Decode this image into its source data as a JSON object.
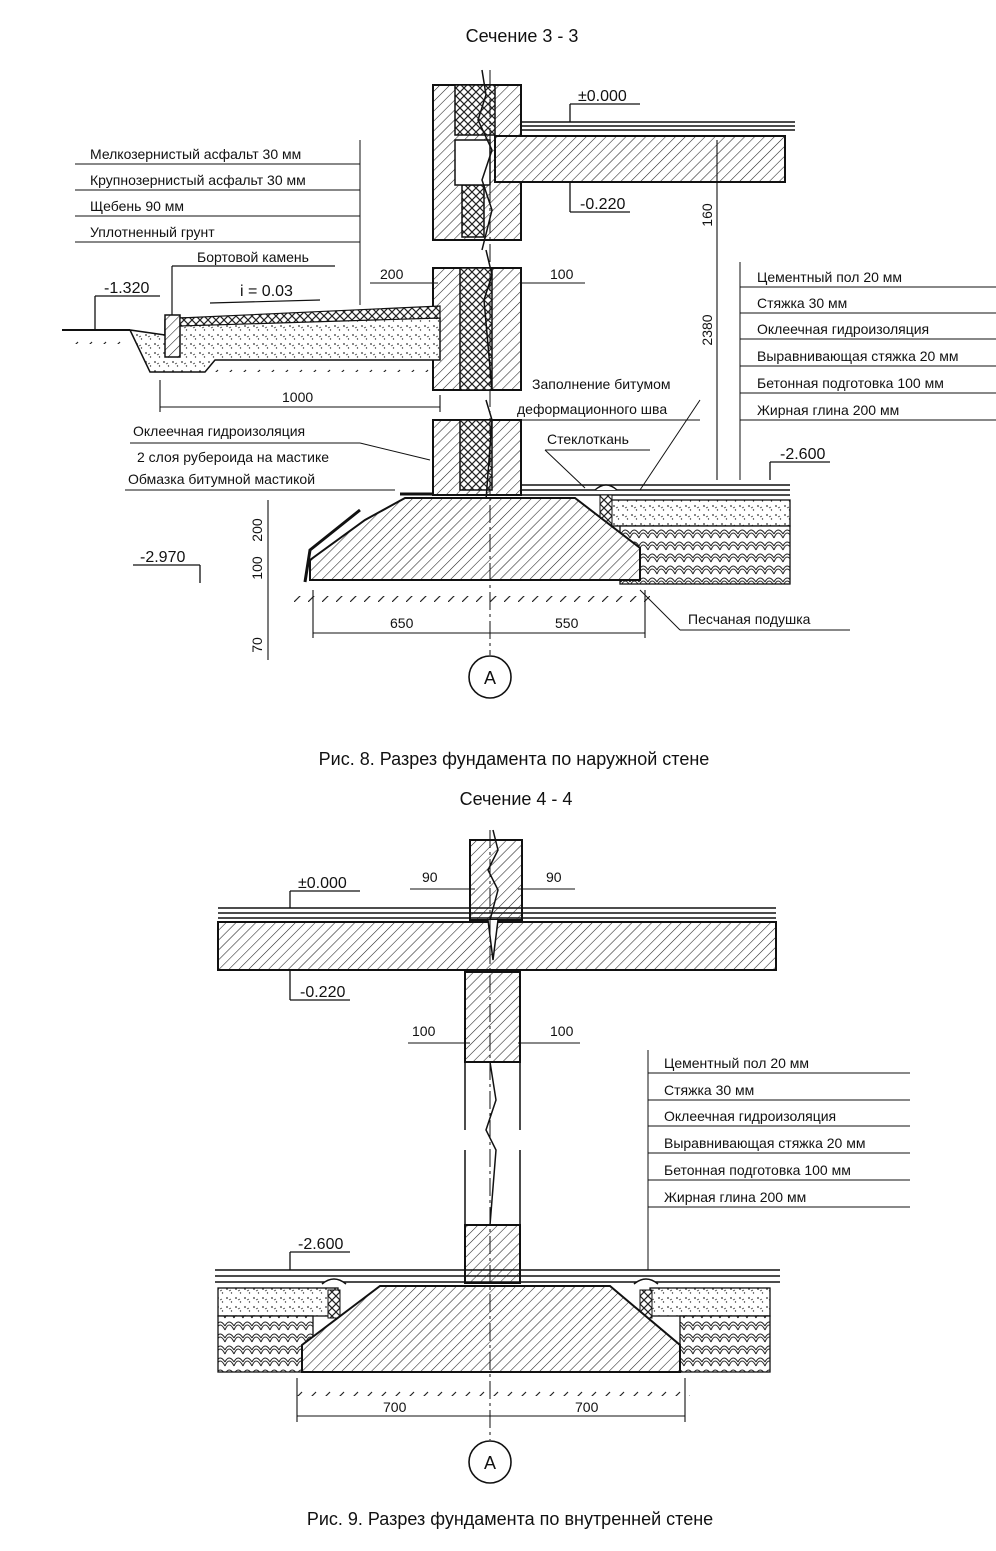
{
  "section1": {
    "title": "Сечение 3 - 3",
    "caption": "Рис. 8.  Разрез фундамента по наружной стене",
    "levels": {
      "zero": "±0.000",
      "l220": "-0.220",
      "l1320": "-1.320",
      "l2600": "-2.600",
      "l2970": "-2.970"
    },
    "left_layers": [
      "Мелкозернистый асфальт 30 мм",
      "Крупнозернистый асфальт 30 мм",
      "Щебень 90 мм",
      "Уплотненный грунт"
    ],
    "right_layers": [
      "Цементный пол 20 мм",
      "Стяжка 30 мм",
      "Оклеечная гидроизоляция",
      "Выравнивающая стяжка 20 мм",
      "Бетонная подготовка 100 мм",
      "Жирная глина 200 мм"
    ],
    "labels": {
      "curb": "Бортовой камень",
      "slope": "i = 0.03",
      "joint_fill_1": "Заполнение битумом",
      "joint_fill_2": "деформационного шва",
      "fiberglass": "Стеклоткань",
      "waterproof_1": "Оклеечная гидроизоляция",
      "waterproof_2": "2 слоя рубероида на мастике",
      "waterproof_3": "Обмазка битумной мастикой",
      "sand": "Песчаная подушка"
    },
    "dims": {
      "d200": "200",
      "d100": "100",
      "d1000": "1000",
      "d160": "160",
      "d2380": "2380",
      "dv200": "200",
      "dv100": "100",
      "dv70": "70",
      "d650": "650",
      "d550": "550"
    },
    "axis": "А"
  },
  "section2": {
    "title": "Сечение 4 - 4",
    "caption": "Рис. 9.  Разрез фундамента по внутренней стене",
    "levels": {
      "zero": "±0.000",
      "l220": "-0.220",
      "l2600": "-2.600"
    },
    "right_layers": [
      "Цементный пол 20 мм",
      "Стяжка 30 мм",
      "Оклеечная гидроизоляция",
      "Выравнивающая стяжка 20 мм",
      "Бетонная подготовка 100 мм",
      "Жирная глина 200 мм"
    ],
    "dims": {
      "d90l": "90",
      "d90r": "90",
      "d100l": "100",
      "d100r": "100",
      "d700l": "700",
      "d700r": "700"
    },
    "axis": "А"
  }
}
